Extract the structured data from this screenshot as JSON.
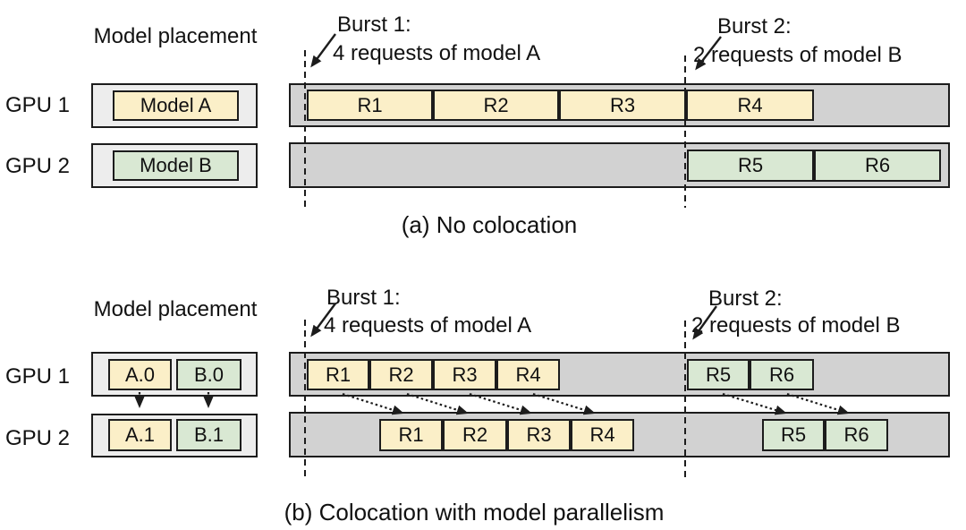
{
  "colors": {
    "model_a_fill": "#FBEFC8",
    "model_b_fill": "#D9E8D3",
    "timeline_track_fill": "#D2D2D2",
    "placement_box_fill": "#EDEDED",
    "outline": "#1c1c1c"
  },
  "panel_a": {
    "placement_title": "Model placement",
    "gpu1_label": "GPU 1",
    "gpu2_label": "GPU 2",
    "placement": {
      "gpu1_model": "Model A",
      "gpu2_model": "Model B"
    },
    "burst1": {
      "title": "Burst 1:",
      "desc": "4 requests of model A"
    },
    "burst2": {
      "title": "Burst 2:",
      "desc": "2 requests of model B"
    },
    "timeline": {
      "gpu1_blocks": [
        {
          "label": "R1"
        },
        {
          "label": "R2"
        },
        {
          "label": "R3"
        },
        {
          "label": "R4"
        }
      ],
      "gpu2_blocks": [
        {
          "label": "R5"
        },
        {
          "label": "R6"
        }
      ]
    },
    "caption": "(a) No colocation"
  },
  "panel_b": {
    "placement_title": "Model placement",
    "gpu1_label": "GPU 1",
    "gpu2_label": "GPU 2",
    "placement": {
      "gpu1_models": [
        {
          "label": "A.0"
        },
        {
          "label": "B.0"
        }
      ],
      "gpu2_models": [
        {
          "label": "A.1"
        },
        {
          "label": "B.1"
        }
      ]
    },
    "burst1": {
      "title": "Burst 1:",
      "desc": "4 requests of model A"
    },
    "burst2": {
      "title": "Burst 2:",
      "desc": "2 requests of model B"
    },
    "timeline": {
      "gpu1_blocks": [
        {
          "label": "R1"
        },
        {
          "label": "R2"
        },
        {
          "label": "R3"
        },
        {
          "label": "R4"
        },
        {
          "label": "R5"
        },
        {
          "label": "R6"
        }
      ],
      "gpu2_blocks": [
        {
          "label": "R1"
        },
        {
          "label": "R2"
        },
        {
          "label": "R3"
        },
        {
          "label": "R4"
        },
        {
          "label": "R5"
        },
        {
          "label": "R6"
        }
      ]
    },
    "caption": "(b) Colocation with model parallelism"
  }
}
